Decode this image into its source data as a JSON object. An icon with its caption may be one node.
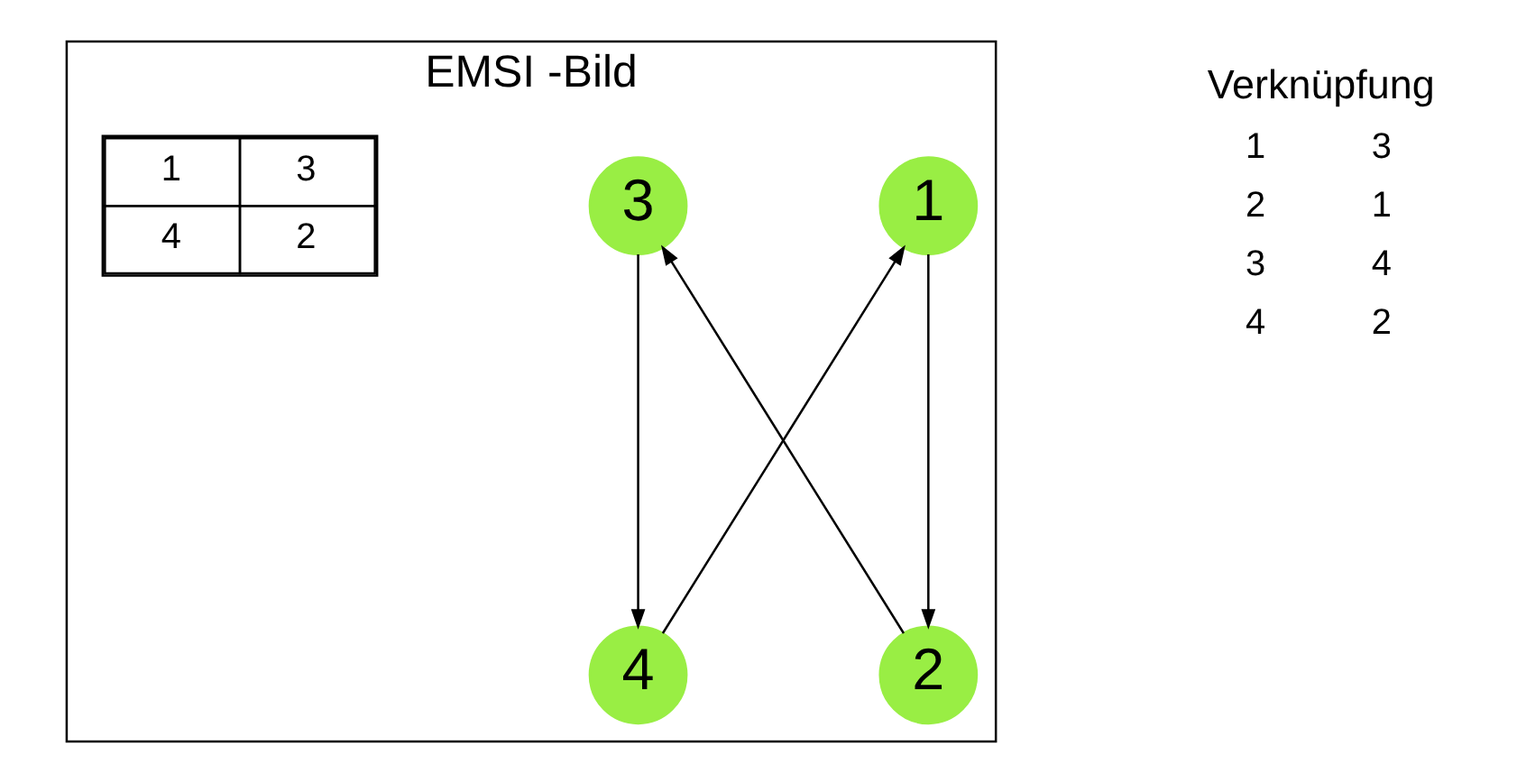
{
  "diagram": {
    "nodes": [
      {
        "text": [
          "EMSI -Bild"
        ]
      },
      {
        "text": [
          "1"
        ],
        "in": 0
      },
      {
        "text": [
          "3"
        ],
        "in": 0
      },
      {
        "text": [
          "4"
        ],
        "in": 0
      },
      {
        "text": [
          "2"
        ],
        "in": 0
      }
    ],
    "edges": [
      {
        "from": 1,
        "to": 4,
        "arrow": "to"
      },
      {
        "from": 2,
        "to": 3,
        "arrow": "to"
      },
      {
        "from": 3,
        "to": 1,
        "arrow": "to"
      },
      {
        "from": 4,
        "to": 2,
        "arrow": "to"
      }
    ],
    "labels": [
      "1",
      "3",
      "4",
      "2",
      "Verknüpfung",
      "1",
      "3",
      "2",
      "1",
      "3",
      "4",
      "4",
      "2"
    ]
  }
}
